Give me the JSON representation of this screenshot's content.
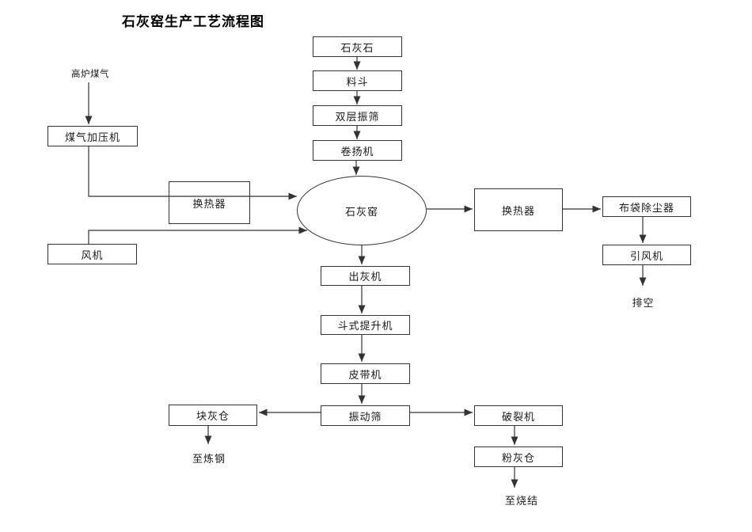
{
  "title": "石灰窑生产工艺流程图",
  "colors": {
    "ink": "#333333",
    "background": "#ffffff"
  },
  "nodes": {
    "limestone": "石灰石",
    "hopper": "料斗",
    "double_screen": "双层振筛",
    "winch": "卷扬机",
    "kiln": "石灰窑",
    "gas_pressurizer": "煤气加压机",
    "heat_exchanger_left": "换热器",
    "fan": "风机",
    "heat_exchanger_right": "换热器",
    "bag_filter": "布袋除尘器",
    "induced_draft_fan": "引风机",
    "ash_discharger": "出灰机",
    "bucket_elevator": "斗式提升机",
    "belt_conveyor": "皮带机",
    "vibrating_screen": "振动筛",
    "lump_lime_bin": "块灰仓",
    "crusher": "破裂机",
    "powder_lime_bin": "粉灰仓"
  },
  "labels": {
    "blast_furnace_gas": "高炉煤气",
    "vent": "排空",
    "to_steelmaking": "至炼钢",
    "to_sintering": "至烧结"
  },
  "edges": [
    {
      "from": "石灰石",
      "to": "料斗"
    },
    {
      "from": "料斗",
      "to": "双层振筛"
    },
    {
      "from": "双层振筛",
      "to": "卷扬机"
    },
    {
      "from": "卷扬机",
      "to": "石灰窑"
    },
    {
      "from": "高炉煤气",
      "to": "煤气加压机"
    },
    {
      "from": "煤气加压机",
      "to": "石灰窑",
      "via": "换热器"
    },
    {
      "from": "风机",
      "to": "石灰窑"
    },
    {
      "from": "石灰窑",
      "to": "换热器"
    },
    {
      "from": "换热器",
      "to": "布袋除尘器"
    },
    {
      "from": "布袋除尘器",
      "to": "引风机"
    },
    {
      "from": "引风机",
      "to": "排空"
    },
    {
      "from": "石灰窑",
      "to": "出灰机"
    },
    {
      "from": "出灰机",
      "to": "斗式提升机"
    },
    {
      "from": "斗式提升机",
      "to": "皮带机"
    },
    {
      "from": "皮带机",
      "to": "振动筛"
    },
    {
      "from": "振动筛",
      "to": "块灰仓"
    },
    {
      "from": "振动筛",
      "to": "破裂机"
    },
    {
      "from": "块灰仓",
      "to": "至炼钢"
    },
    {
      "from": "破裂机",
      "to": "粉灰仓"
    },
    {
      "from": "粉灰仓",
      "to": "至烧结"
    }
  ]
}
